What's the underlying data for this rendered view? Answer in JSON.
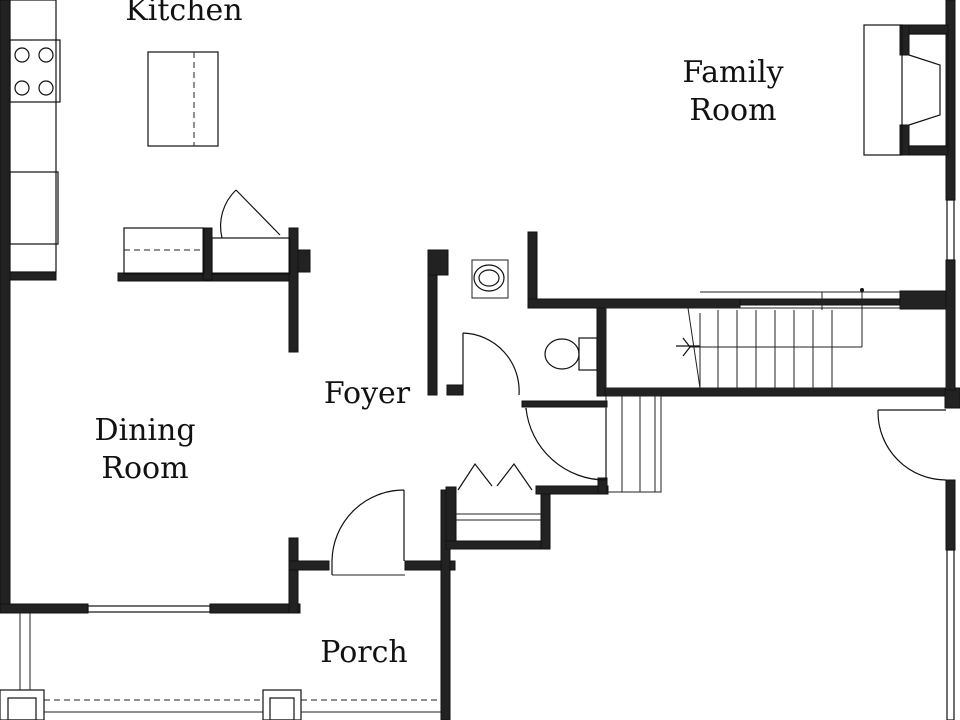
{
  "rooms": {
    "kitchen": "Kitchen",
    "family_room_line1": "Family",
    "family_room_line2": "Room",
    "foyer": "Foyer",
    "dining_room_line1": "Dining",
    "dining_room_line2": "Room",
    "porch": "Porch"
  },
  "colors": {
    "wall": "#222222",
    "background": "#ffffff"
  }
}
